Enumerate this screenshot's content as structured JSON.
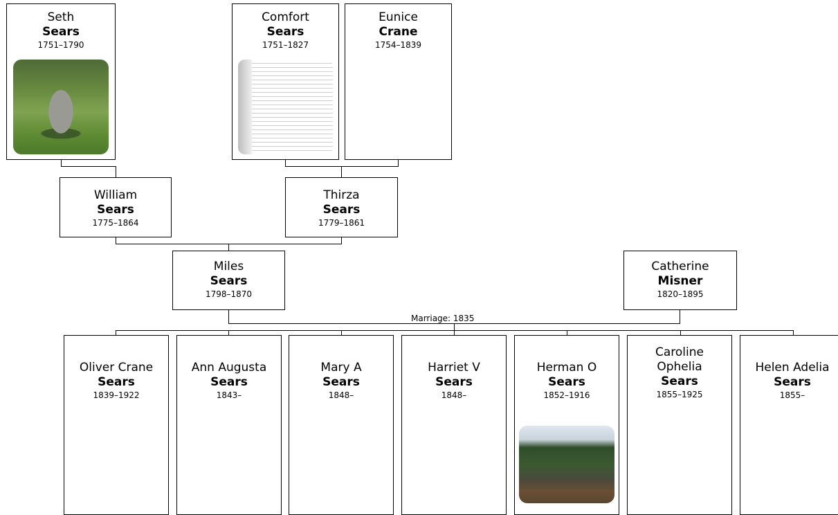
{
  "tree": {
    "marriage_label": "Marriage: 1835",
    "people": {
      "seth": {
        "first": "Seth",
        "last": "Sears",
        "dates": "1751–1790",
        "photo": "gravestone-photo"
      },
      "comfort": {
        "first": "Comfort",
        "last": "Sears",
        "dates": "1751–1827",
        "photo": "document-photo"
      },
      "eunice": {
        "first": "Eunice",
        "last": "Crane",
        "dates": "1754–1839"
      },
      "william": {
        "first": "William",
        "last": "Sears",
        "dates": "1775–1864"
      },
      "thirza": {
        "first": "Thirza",
        "last": "Sears",
        "dates": "1779–1861"
      },
      "miles": {
        "first": "Miles",
        "last": "Sears",
        "dates": "1798–1870"
      },
      "catherine": {
        "first": "Catherine",
        "last": "Misner",
        "dates": "1820–1895"
      },
      "oliver": {
        "first": "Oliver Crane",
        "last": "Sears",
        "dates": "1839–1922"
      },
      "ann": {
        "first": "Ann Augusta",
        "last": "Sears",
        "dates": "1843–"
      },
      "mary": {
        "first": "Mary A",
        "last": "Sears",
        "dates": "1848–"
      },
      "harriet": {
        "first": "Harriet V",
        "last": "Sears",
        "dates": "1848–"
      },
      "herman": {
        "first": "Herman O",
        "last": "Sears",
        "dates": "1852–1916",
        "photo": "cemetery-photo"
      },
      "caroline": {
        "first": "Caroline Ophelia",
        "last": "Sears",
        "dates": "1855–1925"
      },
      "helen": {
        "first": "Helen Adelia",
        "last": "Sears",
        "dates": "1855–"
      }
    }
  }
}
